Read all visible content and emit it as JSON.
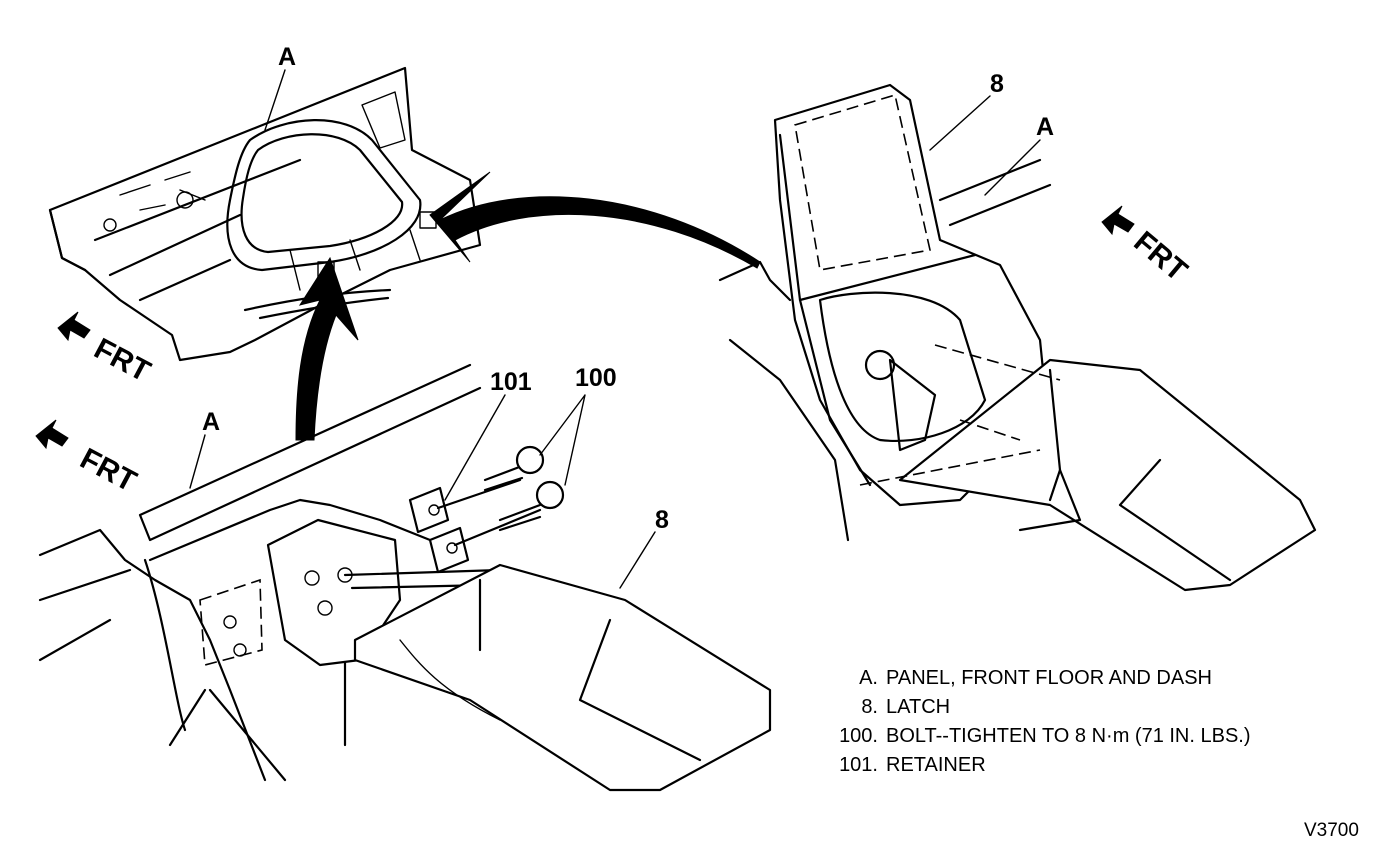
{
  "callouts": {
    "panel_a_top": "A",
    "panel_a_bottom": "A",
    "panel_a_right": "A",
    "latch_right": "8",
    "latch_bottom": "8",
    "retainer": "101",
    "bolt": "100"
  },
  "direction_labels": {
    "frt_upper_left": "FRT",
    "frt_lower_left": "FRT",
    "frt_right": "FRT"
  },
  "legend": [
    {
      "key": "A.",
      "text": "PANEL, FRONT FLOOR AND DASH"
    },
    {
      "key": "8.",
      "text": "LATCH"
    },
    {
      "key": "100.",
      "text": "BOLT--TIGHTEN TO 8 N·m (71 IN. LBS.)"
    },
    {
      "key": "101.",
      "text": "RETAINER"
    }
  ],
  "figure_id": "V3700"
}
